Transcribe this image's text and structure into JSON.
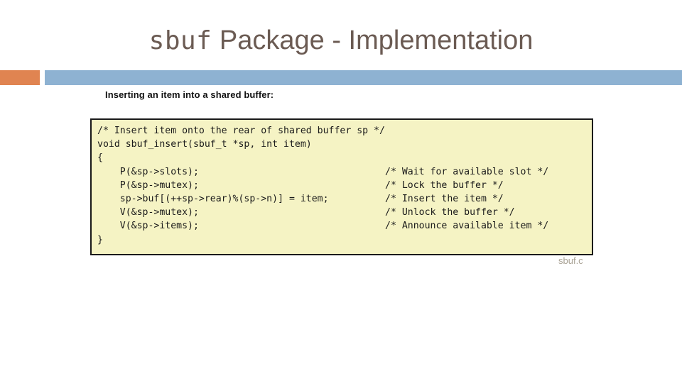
{
  "slide": {
    "title_mono": "sbuf",
    "title_sans": " Package - Implementation",
    "subtitle": "Inserting an item into a shared buffer:",
    "caption": "sbuf.c",
    "colors": {
      "title_text": "#6B5B53",
      "accent_orange": "#E08451",
      "accent_blue": "#8EB2D2",
      "code_background": "#F5F3C4",
      "code_border": "#1A1A1A",
      "code_text": "#1B1B1B",
      "caption_text": "#A8A193"
    }
  },
  "code": {
    "language": "c",
    "lines": [
      {
        "text": "/* Insert item onto the rear of shared buffer sp */",
        "comment": ""
      },
      {
        "text": "void sbuf_insert(sbuf_t *sp, int item)",
        "comment": ""
      },
      {
        "text": "{",
        "comment": ""
      },
      {
        "text": "    P(&sp->slots);",
        "comment": "/* Wait for available slot */"
      },
      {
        "text": "    P(&sp->mutex);",
        "comment": "/* Lock the buffer */"
      },
      {
        "text": "    sp->buf[(++sp->rear)%(sp->n)] = item;",
        "comment": "/* Insert the item */"
      },
      {
        "text": "    V(&sp->mutex);",
        "comment": "/* Unlock the buffer */"
      },
      {
        "text": "    V(&sp->items);",
        "comment": "/* Announce available item */"
      },
      {
        "text": "}",
        "comment": ""
      }
    ]
  }
}
